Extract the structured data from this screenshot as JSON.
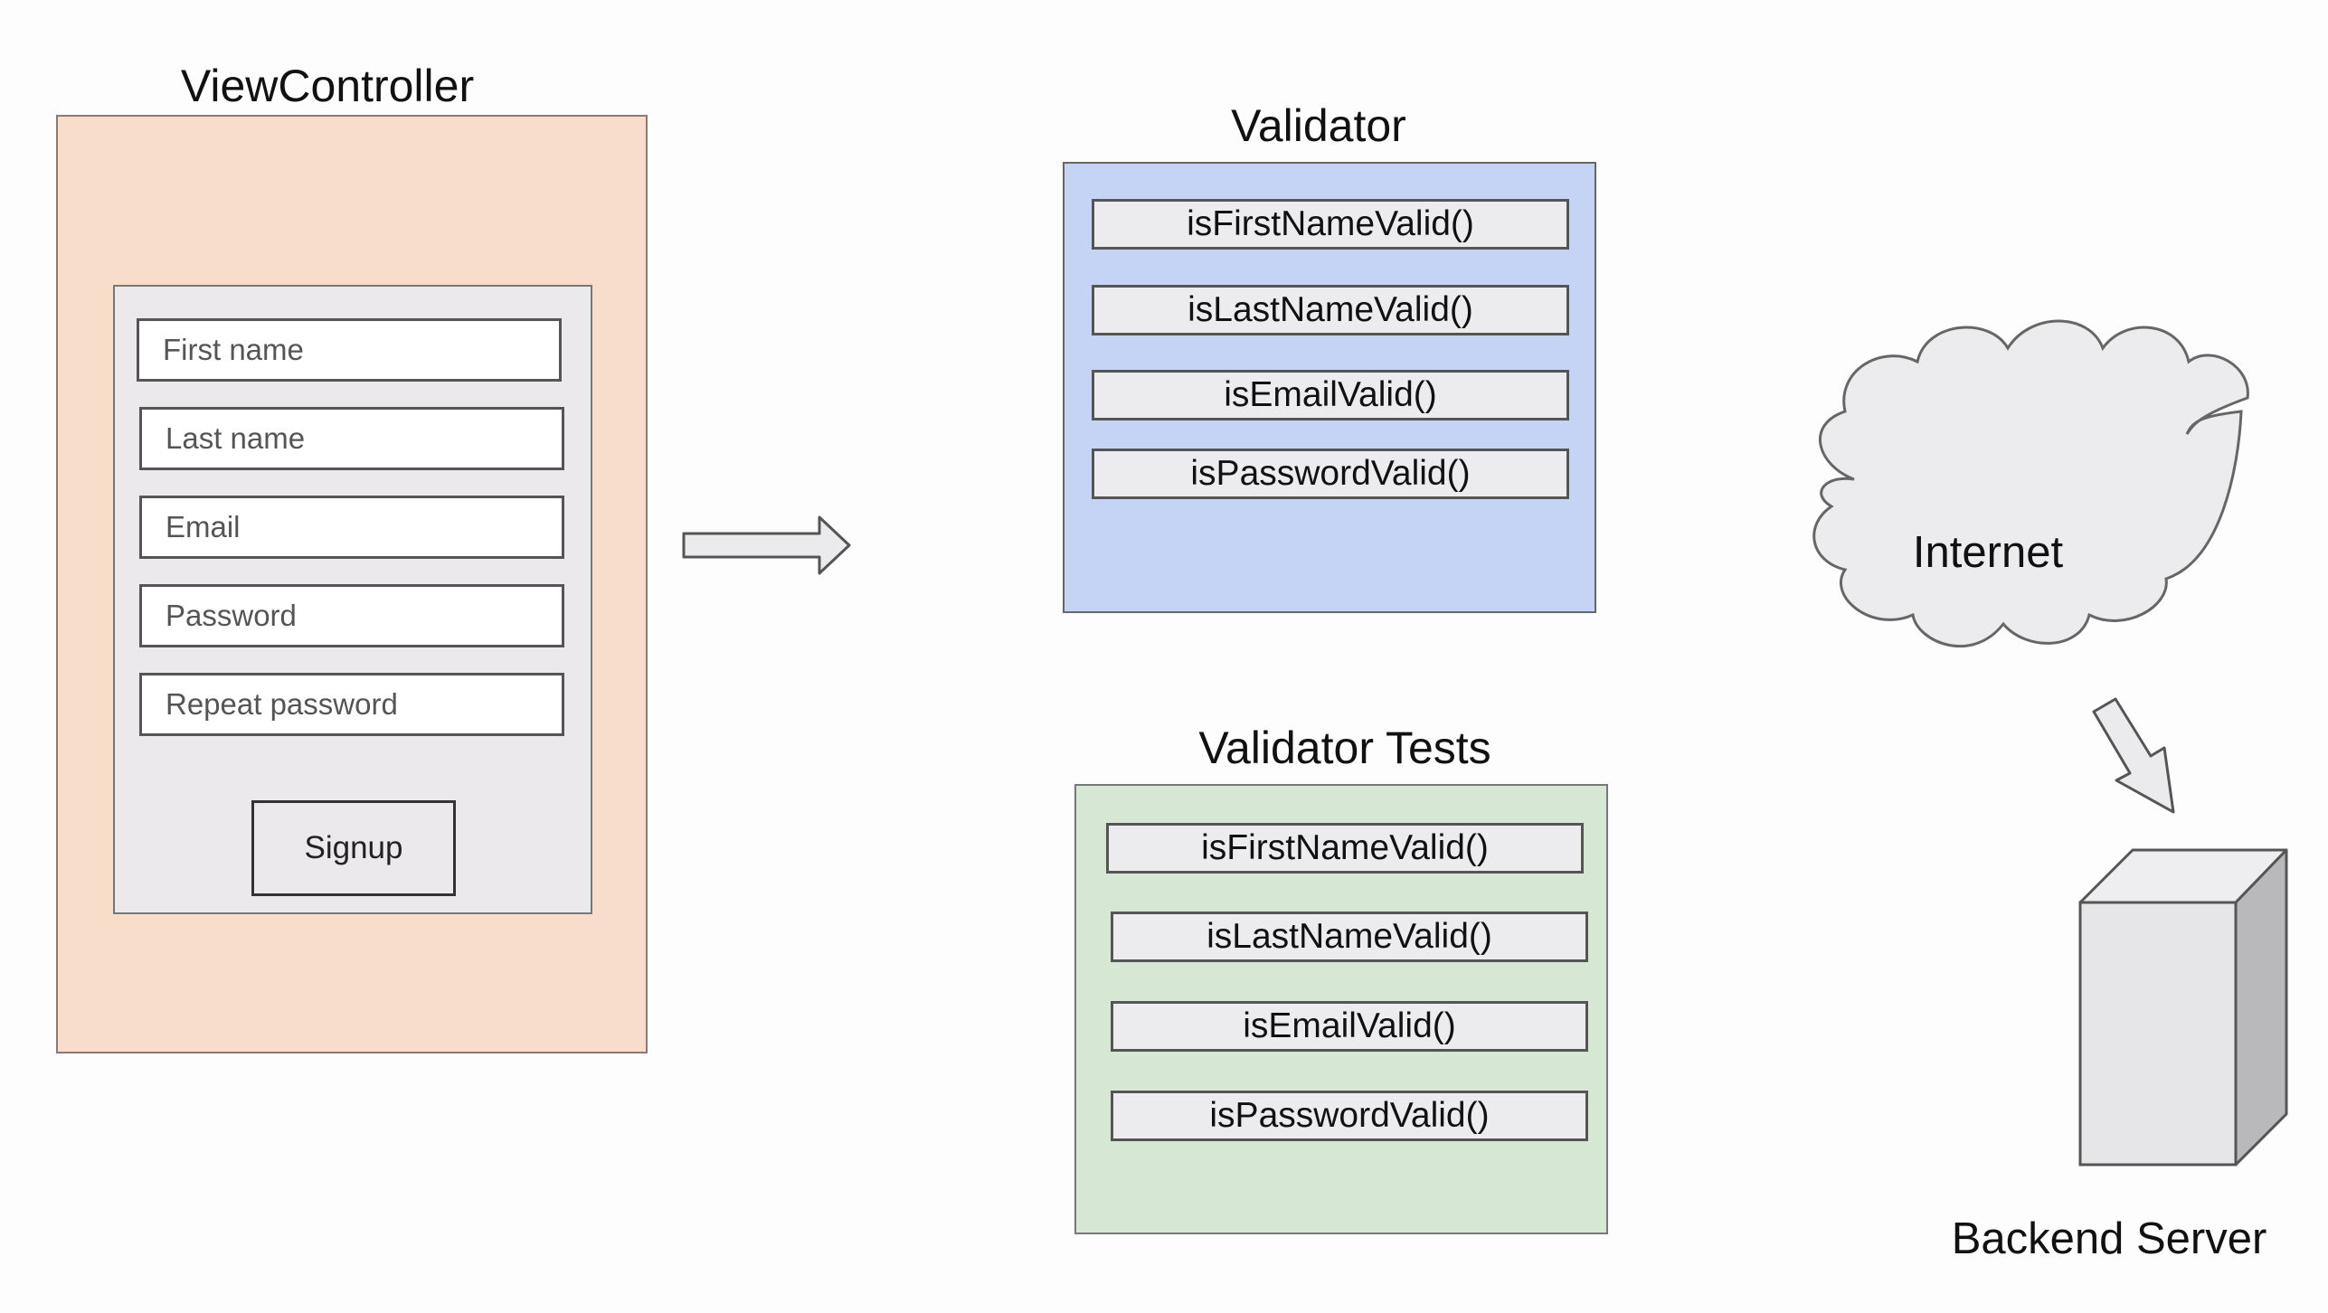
{
  "view_controller": {
    "title": "ViewController",
    "fields": [
      {
        "placeholder": "First name"
      },
      {
        "placeholder": "Last name"
      },
      {
        "placeholder": "Email"
      },
      {
        "placeholder": "Password"
      },
      {
        "placeholder": "Repeat password"
      }
    ],
    "signup_label": "Signup"
  },
  "validator": {
    "title": "Validator",
    "methods": [
      "isFirstNameValid()",
      "isLastNameValid()",
      "isEmailValid()",
      "isPasswordValid()"
    ]
  },
  "validator_tests": {
    "title": "Validator Tests",
    "methods": [
      "isFirstNameValid()",
      "isLastNameValid()",
      "isEmailValid()",
      "isPasswordValid()"
    ]
  },
  "internet": {
    "label": "Internet"
  },
  "backend_server": {
    "label": "Backend Server"
  },
  "colors": {
    "view_controller_fill": "#f9ddcb",
    "form_fill": "#ebe9ec",
    "validator_fill": "#c5d3f5",
    "validator_tests_fill": "#d6e7d3",
    "cloud_fill": "#ececee",
    "server_fill": "#e6e6e8"
  }
}
